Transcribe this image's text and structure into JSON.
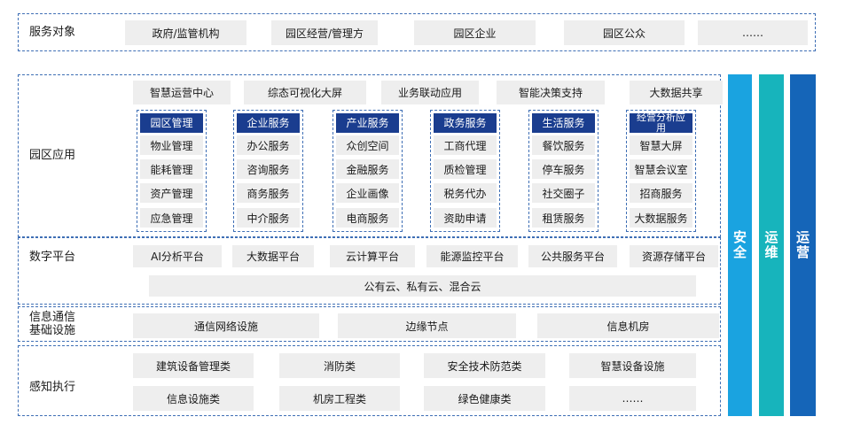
{
  "service_targets": {
    "label": "服务对象",
    "items": [
      "政府/监管机构",
      "园区经营/管理方",
      "园区企业",
      "园区公众",
      "……"
    ]
  },
  "park_apps": {
    "label": "园区应用",
    "top_items": [
      "智慧运营中心",
      "综态可视化大屏",
      "业务联动应用",
      "智能决策支持",
      "大数据共享"
    ],
    "columns": [
      {
        "title": "园区管理",
        "items": [
          "物业管理",
          "能耗管理",
          "资产管理",
          "应急管理"
        ]
      },
      {
        "title": "企业服务",
        "items": [
          "办公服务",
          "咨询服务",
          "商务服务",
          "中介服务"
        ]
      },
      {
        "title": "产业服务",
        "items": [
          "众创空间",
          "金融服务",
          "企业画像",
          "电商服务"
        ]
      },
      {
        "title": "政务服务",
        "items": [
          "工商代理",
          "质检管理",
          "税务代办",
          "资助申请"
        ]
      },
      {
        "title": "生活服务",
        "items": [
          "餐饮服务",
          "停车服务",
          "社交圈子",
          "租赁服务"
        ]
      },
      {
        "title": "经营分析应用",
        "items": [
          "智慧大屏",
          "智慧会议室",
          "招商服务",
          "大数据服务"
        ]
      }
    ]
  },
  "digital_platform": {
    "label": "数字平台",
    "items": [
      "AI分析平台",
      "大数据平台",
      "云计算平台",
      "能源监控平台",
      "公共服务平台",
      "资源存储平台"
    ],
    "cloud": "公有云、私有云、混合云"
  },
  "infrastructure": {
    "label_line1": "信息通信",
    "label_line2": "基础设施",
    "items": [
      "通信网络设施",
      "边缘节点",
      "信息机房"
    ]
  },
  "perception": {
    "label": "感知执行",
    "row1": [
      "建筑设备管理类",
      "消防类",
      "安全技术防范类",
      "智慧设备设施"
    ],
    "row2": [
      "信息设施类",
      "机房工程类",
      "绿色健康类",
      "……"
    ]
  },
  "side_bars": [
    {
      "text": "安全",
      "color": "#1aa3e0"
    },
    {
      "text": "运维",
      "color": "#17b4bc"
    },
    {
      "text": "运营",
      "color": "#1565b8"
    }
  ]
}
